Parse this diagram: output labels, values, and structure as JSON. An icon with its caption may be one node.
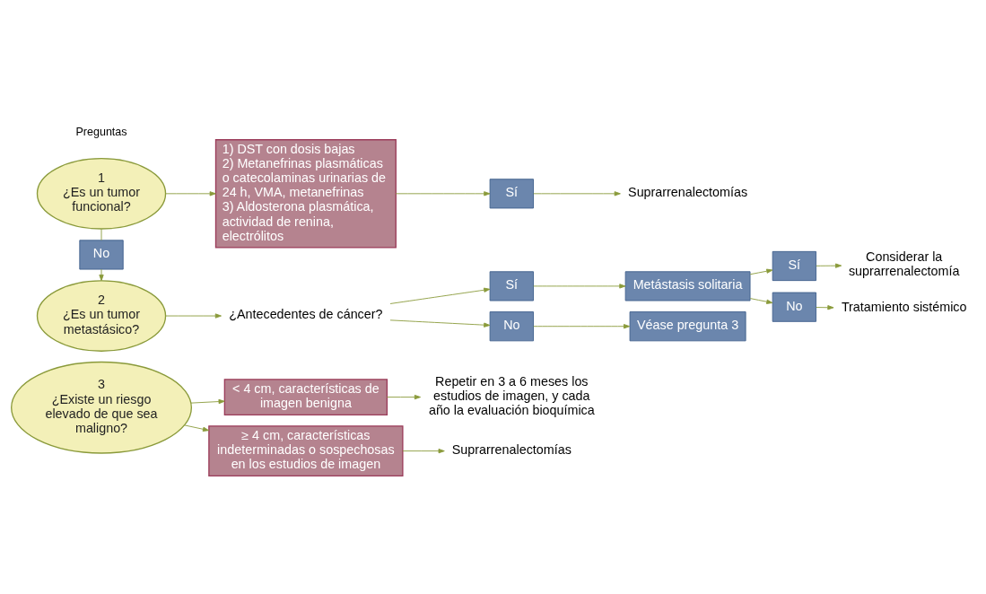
{
  "diagram": {
    "nodes": [
      {
        "text": [
          "1",
          "¿Es un tumor funcional?"
        ]
      },
      {
        "text": [
          "1) DST con dosis bajas",
          "2) Metanefrinas plasmáticas o catecolaminas urinarias de 24 h, VMA, metanefrinas",
          "3) Aldosterona plasmática, actividad de renina, electrólitos"
        ]
      },
      {
        "text": [
          "Sí"
        ]
      },
      {
        "text": [
          "Suprarrenalectomías"
        ]
      },
      {
        "text": [
          "No"
        ]
      },
      {
        "text": [
          "2",
          "¿Es un tumor metastásico?"
        ]
      },
      {
        "text": [
          "¿Antecedentes de cáncer?"
        ]
      },
      {
        "text": [
          "Sí"
        ]
      },
      {
        "text": [
          "Metástasis solitaria"
        ]
      },
      {
        "text": [
          "Sí"
        ]
      },
      {
        "text": [
          "Considerar la suprarrenalectomía"
        ]
      },
      {
        "text": [
          "No"
        ]
      },
      {
        "text": [
          "Tratamiento sistémico"
        ]
      },
      {
        "text": [
          "No"
        ]
      },
      {
        "text": [
          "Véase pregunta 3"
        ]
      },
      {
        "text": [
          "3",
          "¿Existe un riesgo elevado de que sea maligno?"
        ]
      },
      {
        "text": [
          "< 4 cm, características de imagen benigna"
        ]
      },
      {
        "text": [
          "Repetir en 3 a 6 meses los estudios de imagen, y cada año la evaluación bioquímica"
        ]
      },
      {
        "text": [
          "≥ 4 cm, características indeterminadas o sospechosas en los estudios de imagen"
        ]
      },
      {
        "text": [
          "Suprarrenalectomías"
        ]
      }
    ],
    "edges": [
      {
        "from": 0,
        "to": 1,
        "arrow": "to"
      },
      {
        "from": 1,
        "to": 2,
        "arrow": "to"
      },
      {
        "from": 2,
        "to": 3,
        "arrow": "to"
      },
      {
        "from": 0,
        "to": 4,
        "arrow": "none"
      },
      {
        "from": 4,
        "to": 5,
        "arrow": "to"
      },
      {
        "from": 5,
        "to": 6,
        "arrow": "to"
      },
      {
        "from": 6,
        "to": 7,
        "arrow": "to"
      },
      {
        "from": 6,
        "to": 13,
        "arrow": "to"
      },
      {
        "from": 7,
        "to": 8,
        "arrow": "to"
      },
      {
        "from": 8,
        "to": 9,
        "arrow": "to"
      },
      {
        "from": 8,
        "to": 11,
        "arrow": "to"
      },
      {
        "from": 9,
        "to": 10,
        "arrow": "to"
      },
      {
        "from": 11,
        "to": 12,
        "arrow": "to"
      },
      {
        "from": 13,
        "to": 14,
        "arrow": "to"
      },
      {
        "from": 15,
        "to": 16,
        "arrow": "to"
      },
      {
        "from": 15,
        "to": 18,
        "arrow": "to"
      },
      {
        "from": 16,
        "to": 17,
        "arrow": "to"
      },
      {
        "from": 18,
        "to": 19,
        "arrow": "to"
      }
    ],
    "labels": [
      "Preguntas"
    ]
  }
}
